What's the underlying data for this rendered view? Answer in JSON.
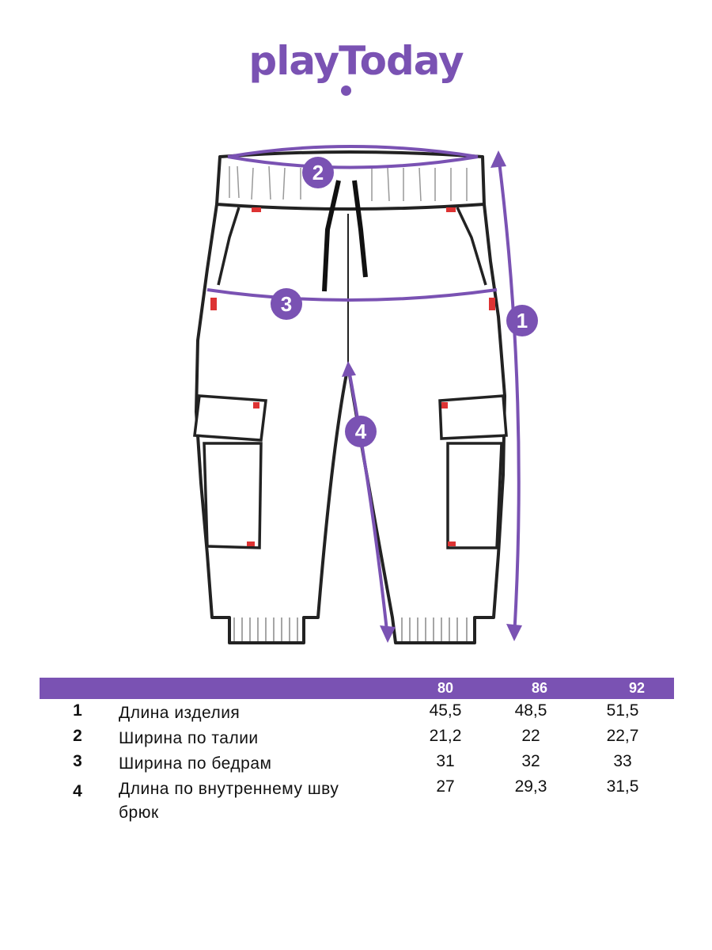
{
  "brand": {
    "logo_text": "playToday",
    "color": "#7a52b3"
  },
  "diagram": {
    "markers": [
      {
        "id": "1",
        "label": "1"
      },
      {
        "id": "2",
        "label": "2"
      },
      {
        "id": "3",
        "label": "3"
      },
      {
        "id": "4",
        "label": "4"
      }
    ]
  },
  "table": {
    "sizes": [
      "80",
      "86",
      "92"
    ],
    "rows": [
      {
        "num": "1",
        "label": "Длина изделия",
        "values": [
          "45,5",
          "48,5",
          "51,5"
        ]
      },
      {
        "num": "2",
        "label": "Ширина по талии",
        "values": [
          "21,2",
          "22",
          "22,7"
        ]
      },
      {
        "num": "3",
        "label": "Ширина по бедрам",
        "values": [
          "31",
          "32",
          "33"
        ]
      },
      {
        "num": "4",
        "label": "Длина по внутреннему шву брюк",
        "values": [
          "27",
          "29,3",
          "31,5"
        ]
      }
    ]
  }
}
